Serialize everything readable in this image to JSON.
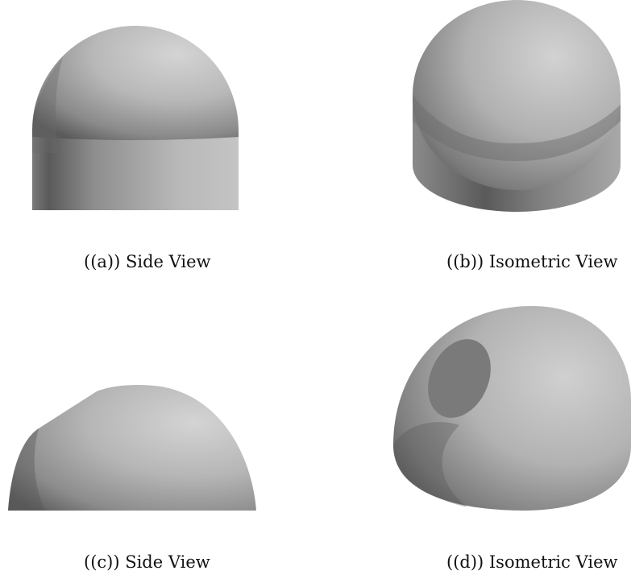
{
  "figures": [
    {
      "id": "a",
      "caption": "((a)) Side View"
    },
    {
      "id": "b",
      "caption": "((b)) Isometric View"
    },
    {
      "id": "c",
      "caption": "((c)) Side View"
    },
    {
      "id": "d",
      "caption": "((d)) Isometric View"
    }
  ],
  "colors": {
    "background": "#ffffff",
    "surface_light": "#cfcfcf",
    "surface_mid": "#9a9a9a",
    "surface_dark": "#4e4e4e",
    "cut_face": "#7a7a7a"
  }
}
